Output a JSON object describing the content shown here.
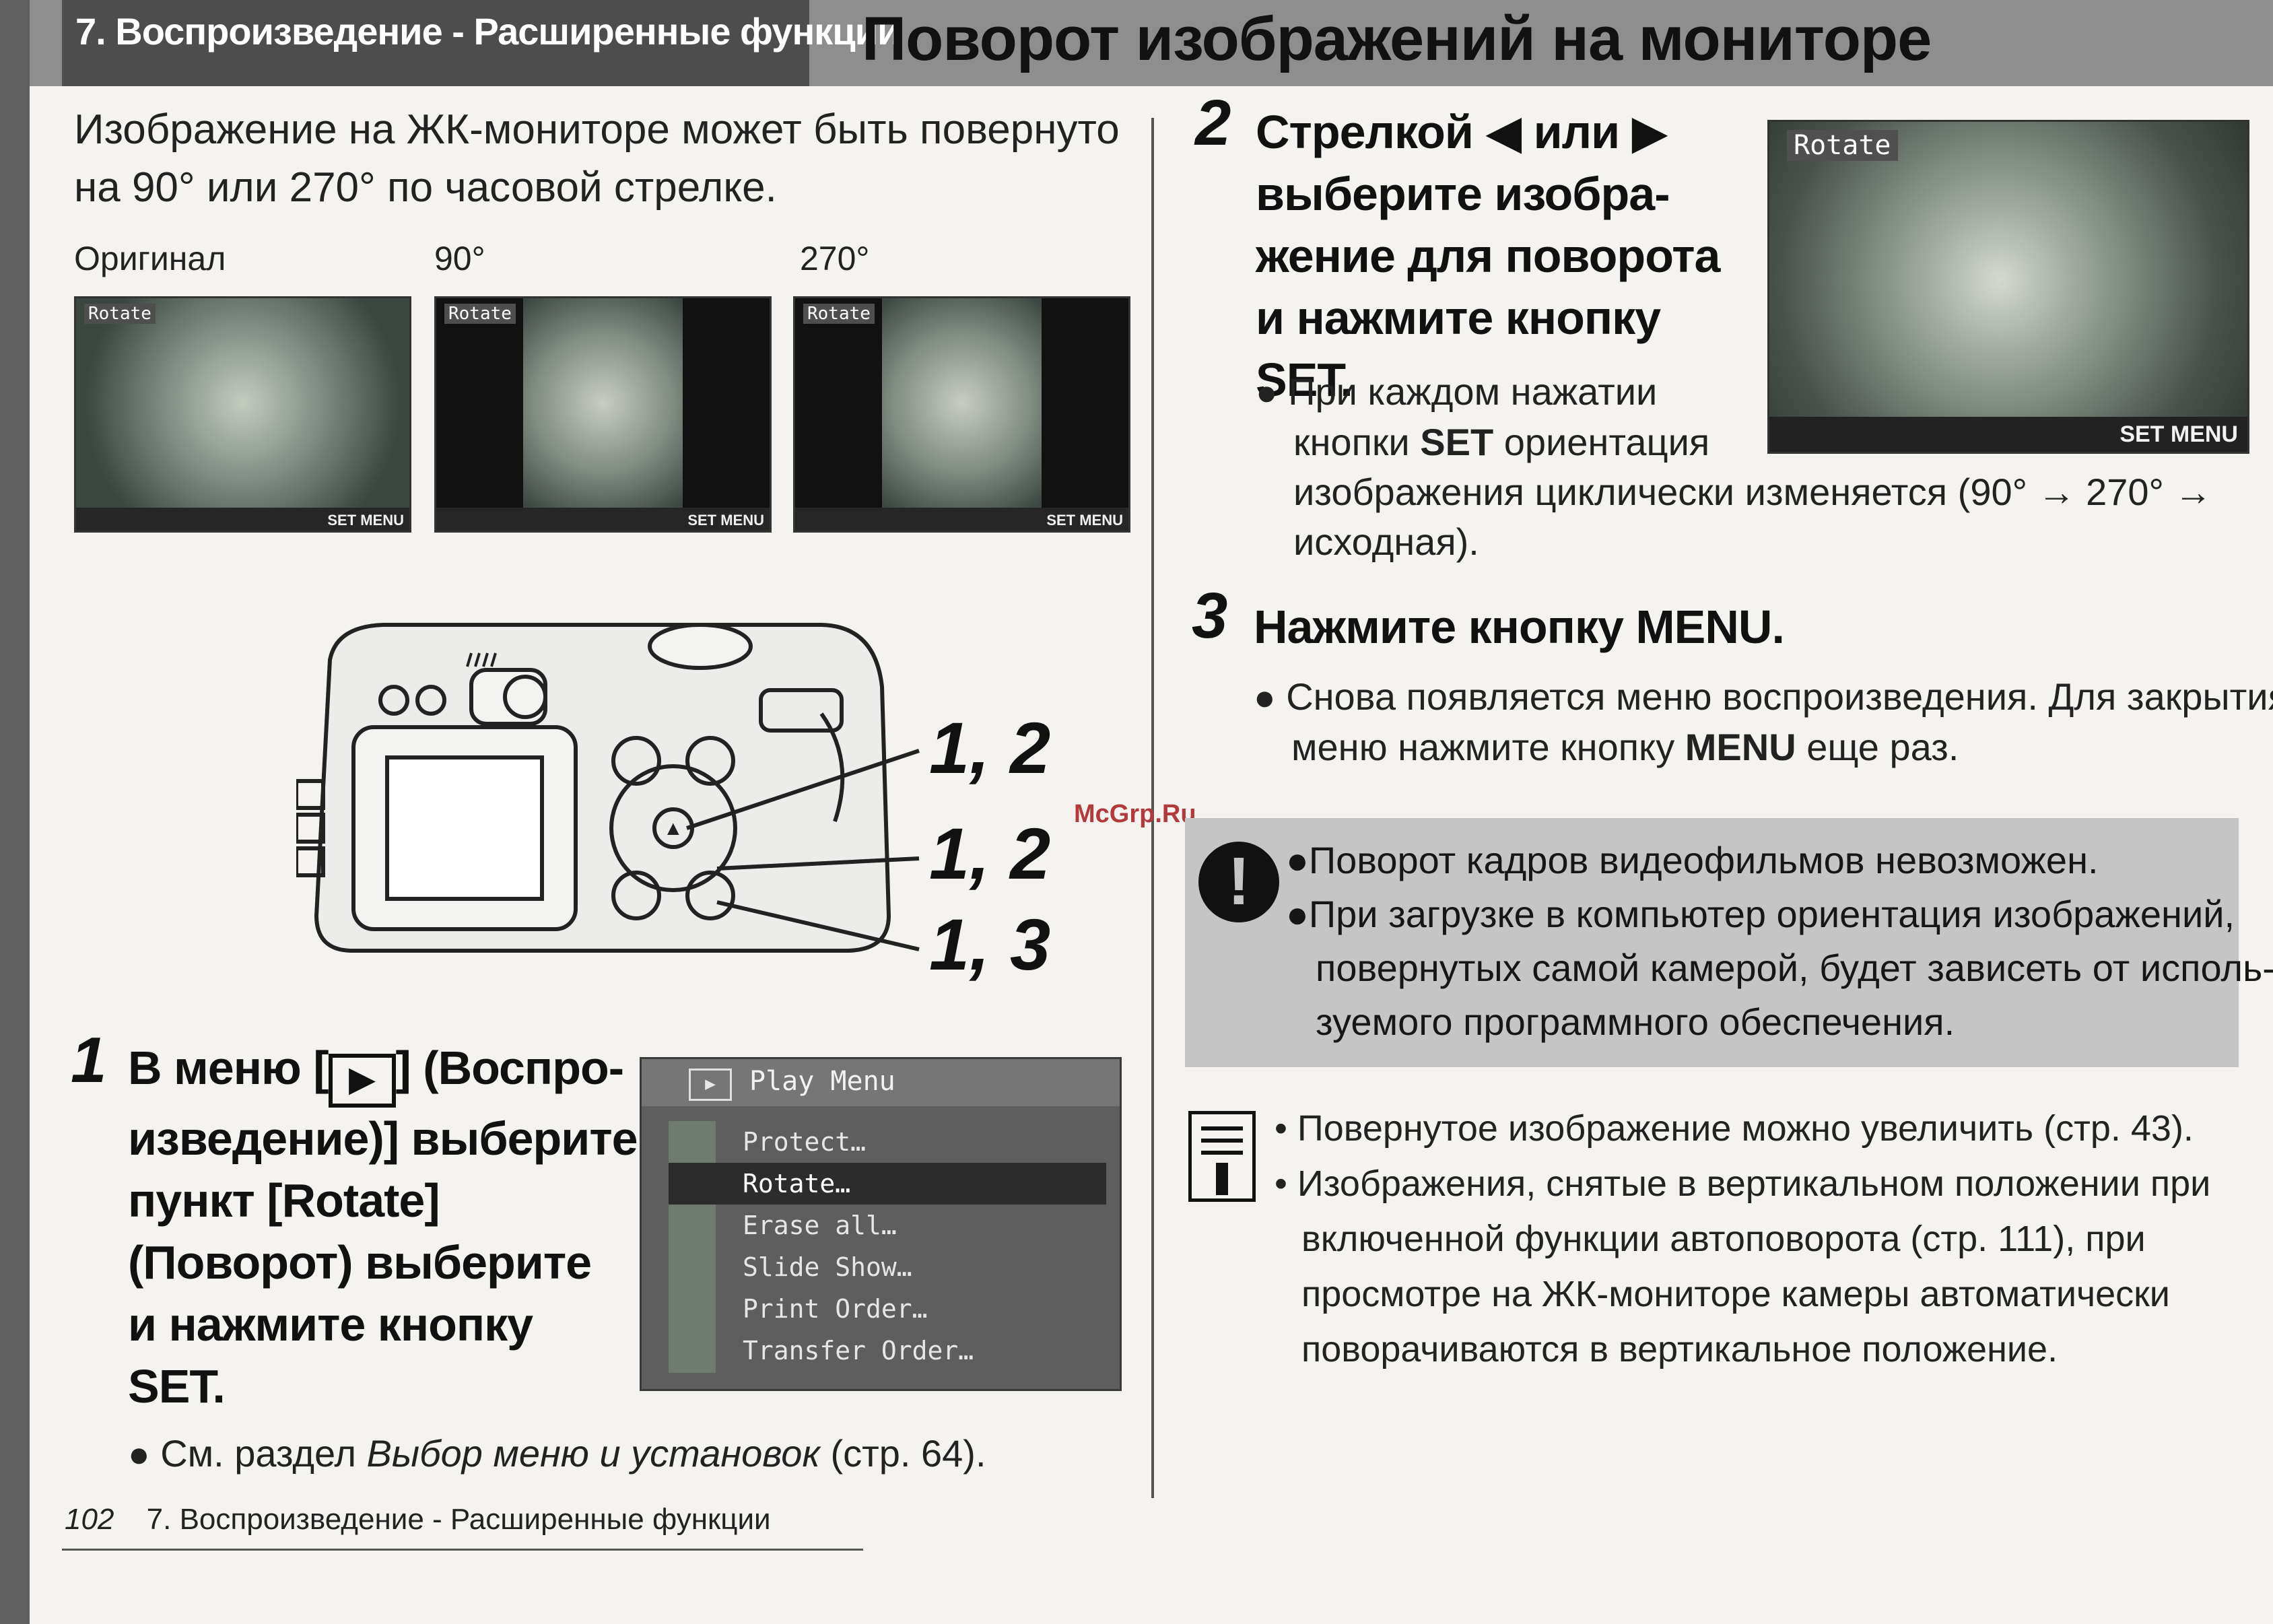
{
  "header": {
    "chapter_tab": "7. Воспроизведение - Расширенные функции",
    "title": "Поворот изображений на мониторе"
  },
  "intro": {
    "text": "Изображение на ЖК-мониторе может быть повернуто на 90° или 270° по часовой стрелке."
  },
  "thumbnails": [
    {
      "caption": "Оригинал",
      "tag": "Rotate",
      "buttons": "SET MENU"
    },
    {
      "caption": "90°",
      "tag": "Rotate",
      "buttons": "SET MENU"
    },
    {
      "caption": "270°",
      "tag": "Rotate",
      "buttons": "SET MENU"
    }
  ],
  "camera_callouts": [
    "1, 2",
    "1, 2",
    "1, 3"
  ],
  "step1": {
    "number": "1",
    "text_a": "В меню [",
    "text_b": " (Воспро-",
    "text_c": "изведение)] выберите",
    "text_d": "пункт [Rotate]",
    "text_e": "(Поворот) выберите",
    "text_f": "и нажмите кнопку",
    "text_g": "SET.",
    "note_pre": "См. раздел ",
    "note_em": "Выбор меню и установок",
    "note_post": " (стр. 64)."
  },
  "play_menu": {
    "title": "Play Menu",
    "items": [
      "Protect…",
      "Rotate…",
      "Erase all…",
      "Slide Show…",
      "Print Order…",
      "Transfer Order…"
    ],
    "selected": "Rotate…"
  },
  "step2": {
    "number": "2",
    "line1": "Стрелкой ◀ или ▶",
    "line2": "выберите изобра-",
    "line3": "жение для поворота",
    "line4": "и нажмите кнопку SET.",
    "note_l1": "При каждом нажатии",
    "note_l2a": "кнопки ",
    "note_l2b": "SET",
    "note_l2c": " ориентация",
    "note_l3": "изображения циклически изменяется (90° → 270° →",
    "note_l4": "исходная)."
  },
  "rotate_screen": {
    "tag": "Rotate",
    "buttons": "SET MENU"
  },
  "step3": {
    "number": "3",
    "text": "Нажмите кнопку MENU.",
    "note_l1": "Снова появляется меню воспроизведения. Для закрытия",
    "note_l2a": "меню нажмите кнопку ",
    "note_l2b": "MENU",
    "note_l2c": " еще раз."
  },
  "caution": {
    "item1": "Поворот кадров видеофильмов невозможен.",
    "item2_l1": "При загрузке в компьютер ориентация изображений,",
    "item2_l2": "повернутых самой камерой, будет зависеть от исполь-",
    "item2_l3": "зуемого программного обеспечения."
  },
  "info": {
    "item1": "Повернутое изображение можно увеличить (стр. 43).",
    "item2_l1": "Изображения, снятые в вертикальном положении при",
    "item2_l2": "включенной функции автоповорота (стр. 111), при",
    "item2_l3": "просмотре на ЖК-мониторе камеры автоматически",
    "item2_l4": "поворачиваются в вертикальное положение."
  },
  "footer": {
    "page_number": "102",
    "chapter": "7.  Воспроизведение - Расширенные функции"
  },
  "watermark": "McGrp.Ru",
  "icons": {
    "caution": "exclamation-icon",
    "info": "memo-icon",
    "play_menu": "playback-icon"
  }
}
